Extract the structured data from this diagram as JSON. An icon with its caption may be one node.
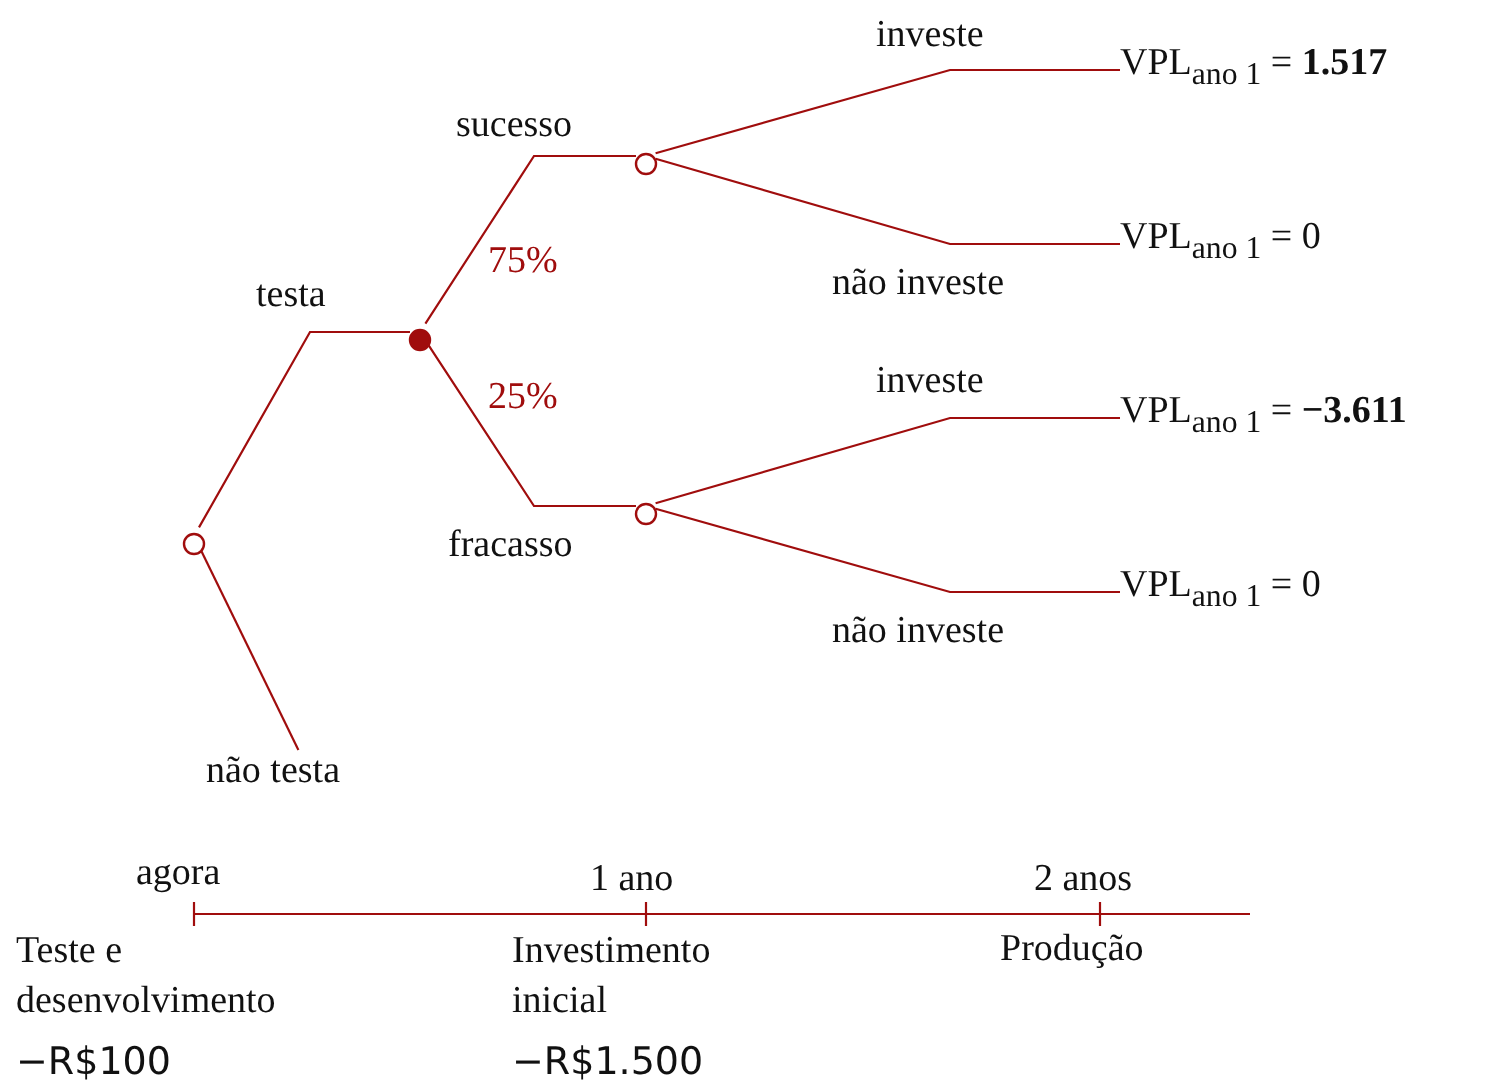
{
  "diagram": {
    "nodes": [
      {
        "text": [],
        "shape": "circle"
      },
      {
        "text": [],
        "shape": "circle"
      },
      {
        "text": [],
        "shape": "circle",
        "beside": [
          "sucesso"
        ]
      },
      {
        "text": [
          "VPL$_{ano 1}$ = **1.517**"
        ]
      },
      {
        "text": [
          "VPL$_{ano 1}$ = 0"
        ]
      },
      {
        "text": [],
        "shape": "circle",
        "beside": [
          "fracasso"
        ]
      },
      {
        "text": [
          "VPL$_{ano 1}$ = **−3.611**"
        ]
      },
      {
        "text": [
          "VPL$_{ano 1}$ = 0"
        ]
      },
      {
        "text": [
          "não testa"
        ]
      }
    ],
    "edges": [
      {
        "from": 0,
        "to": 1,
        "arrow": "none",
        "label": "testa"
      },
      {
        "from": 0,
        "to": 8,
        "arrow": "none"
      },
      {
        "from": 1,
        "to": 2,
        "arrow": "none",
        "label": "75%"
      },
      {
        "from": 1,
        "to": 5,
        "arrow": "none",
        "label": "25%"
      },
      {
        "from": 2,
        "to": 3,
        "arrow": "none",
        "label": "investe"
      },
      {
        "from": 2,
        "to": 4,
        "arrow": "none",
        "label": "não investe"
      },
      {
        "from": 5,
        "to": 6,
        "arrow": "none",
        "label": "investe"
      },
      {
        "from": 5,
        "to": 7,
        "arrow": "none",
        "label": "não investe"
      }
    ],
    "labels": [
      "agora",
      "1 ano",
      "2 anos",
      "Teste e desenvolvimento",
      "−R$100",
      "Investimento inicial",
      "−R$1.500",
      "Produção"
    ]
  }
}
